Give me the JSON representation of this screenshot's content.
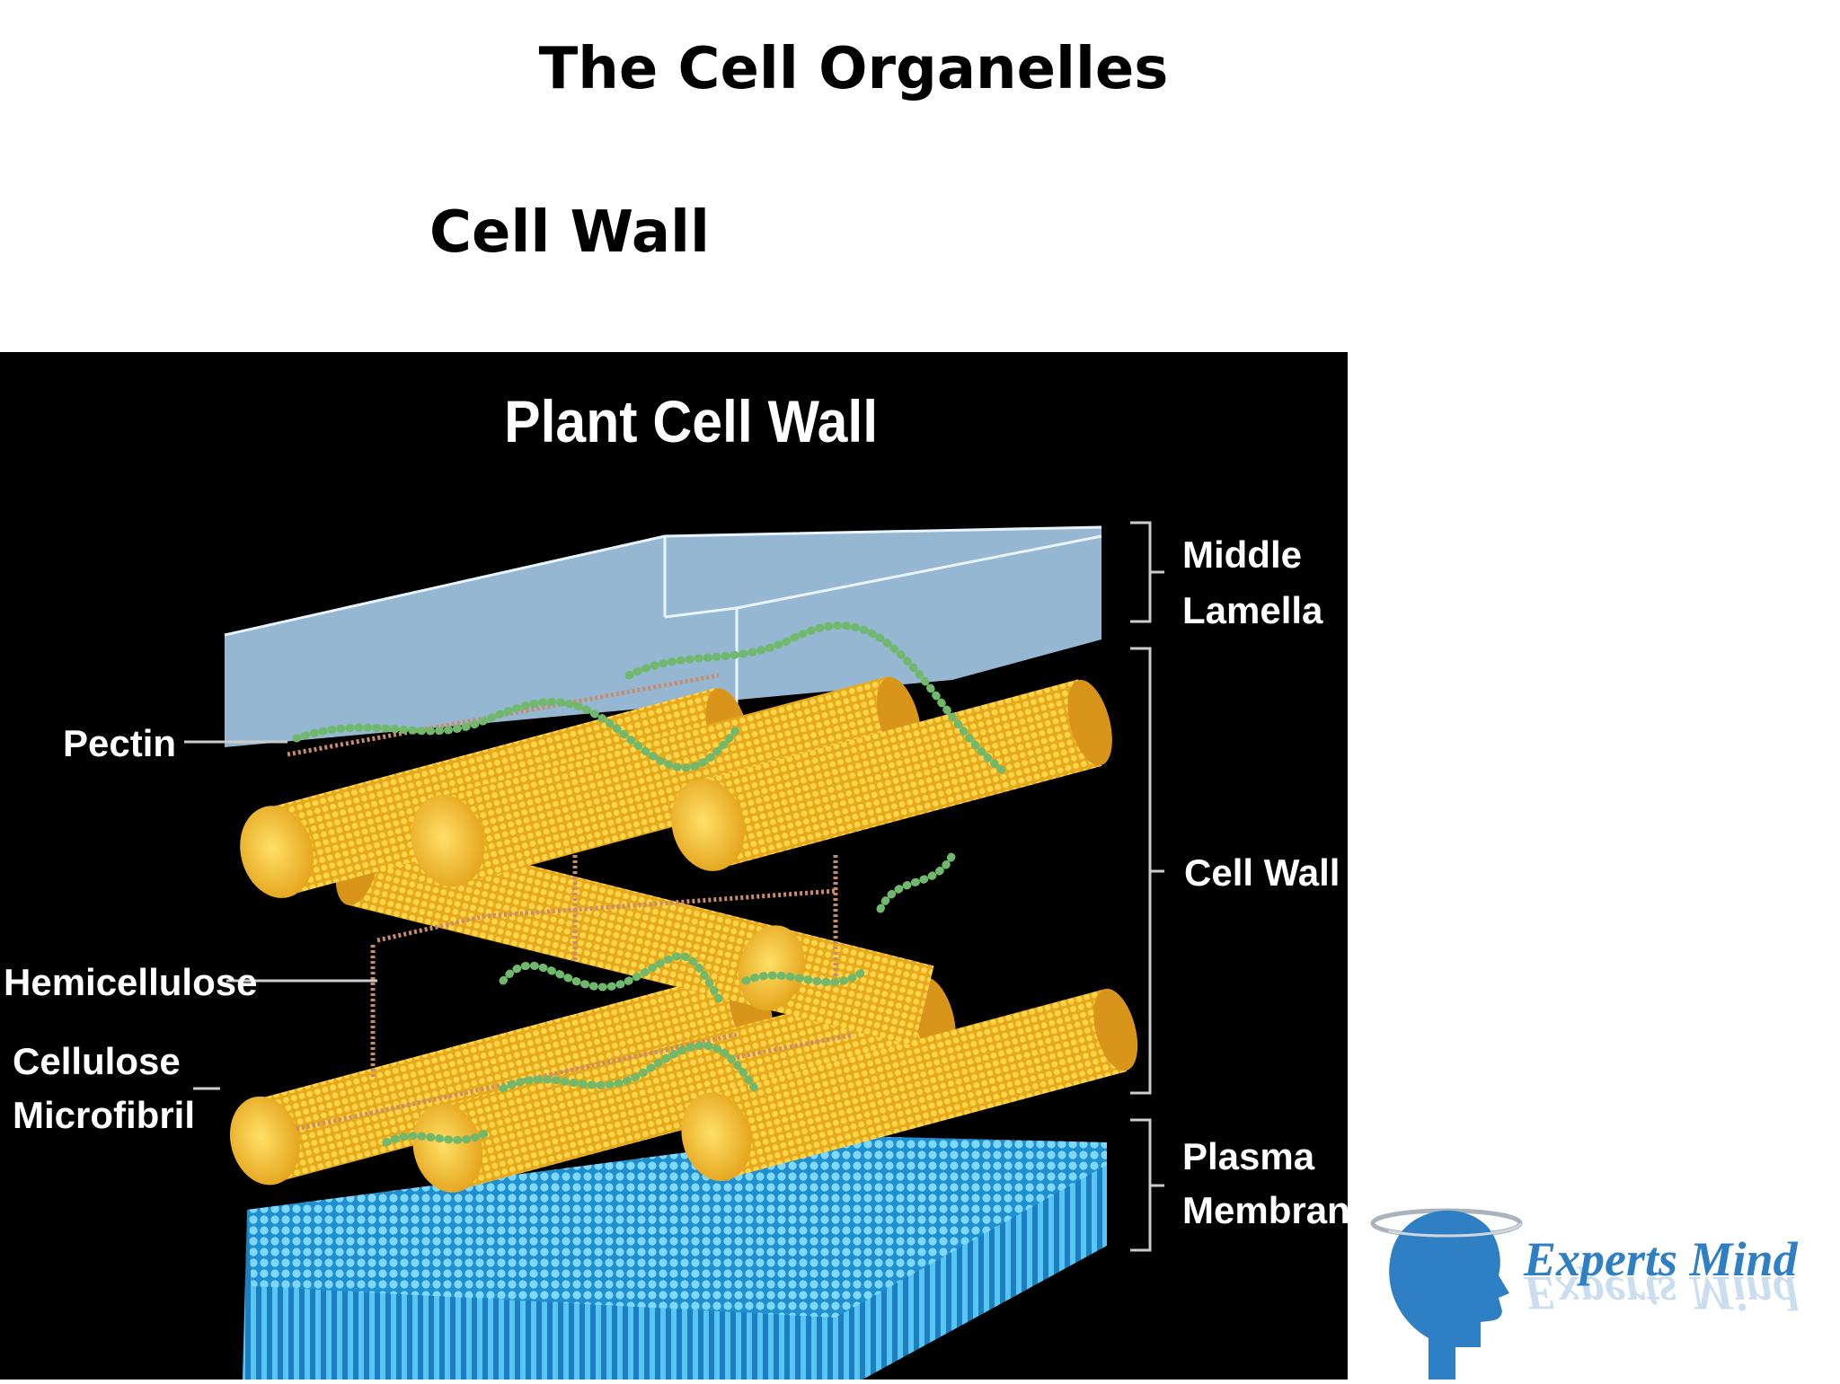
{
  "slide": {
    "title": "The Cell Organelles",
    "subtitle": "Cell Wall"
  },
  "diagram": {
    "title": "Plant Cell Wall",
    "left_labels": {
      "pectin": "Pectin",
      "hemicellulose": "Hemicellulose",
      "cellulose_line1": "Cellulose",
      "cellulose_line2": "Microfibril"
    },
    "right_labels": {
      "middle_lamella_line1": "Middle",
      "middle_lamella_line2": "Lamella",
      "cell_wall": "Cell Wall",
      "plasma_line1": "Plasma",
      "plasma_line2": "Membrane"
    },
    "colors": {
      "background": "#000000",
      "lamella": "#9ec1dd",
      "cellulose": "#f2c12e",
      "pectin": "#6fb86c",
      "membrane": "#39b8ee",
      "hemicellulose": "#c98c6a"
    }
  },
  "logo": {
    "text": "Experts Mind",
    "icon": "head-icon",
    "color": "#2f7fc4"
  }
}
